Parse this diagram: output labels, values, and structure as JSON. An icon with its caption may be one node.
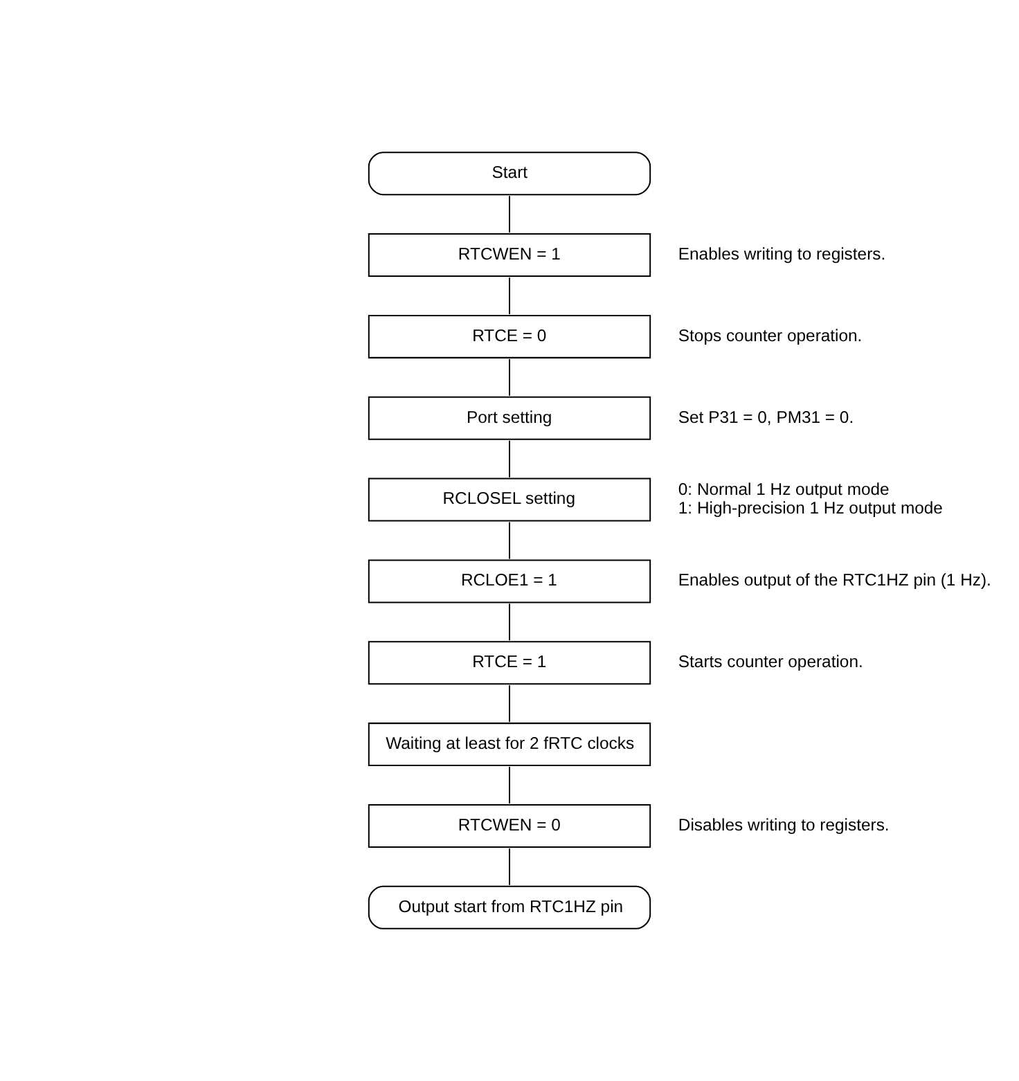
{
  "diagram": {
    "nodes": [
      {
        "text": [
          "Start"
        ]
      },
      {
        "text": [
          "RTCWEN = 1"
        ],
        "beside": [
          "Enables writing to registers."
        ]
      },
      {
        "text": [
          "RTCE = 0"
        ],
        "beside": [
          "Stops counter operation."
        ]
      },
      {
        "text": [
          "Port setting"
        ],
        "beside": [
          "Set P31 = 0, PM31 = 0."
        ]
      },
      {
        "text": [
          "RCLOSEL setting"
        ],
        "beside": [
          "0: Normal 1 Hz output mode",
          "1: High-precision 1 Hz output mode"
        ]
      },
      {
        "text": [
          "RCLOE1 = 1"
        ],
        "beside": [
          "Enables output of the RTC1HZ pin (1 Hz)."
        ]
      },
      {
        "text": [
          "RTCE = 1"
        ],
        "beside": [
          "Starts counter operation."
        ]
      },
      {
        "text": [
          "Waiting at least for 2 fRTC clocks"
        ]
      },
      {
        "text": [
          "RTCWEN = 0"
        ],
        "beside": [
          "Disables writing to registers."
        ]
      },
      {
        "text": [
          "Output start from RTC1HZ pin"
        ]
      }
    ],
    "edges": [
      {
        "from": 0,
        "to": 1,
        "arrow": "none"
      },
      {
        "from": 1,
        "to": 2,
        "arrow": "none"
      },
      {
        "from": 2,
        "to": 3,
        "arrow": "none"
      },
      {
        "from": 3,
        "to": 4,
        "arrow": "none"
      },
      {
        "from": 4,
        "to": 5,
        "arrow": "none"
      },
      {
        "from": 5,
        "to": 6,
        "arrow": "none"
      },
      {
        "from": 6,
        "to": 7,
        "arrow": "none"
      },
      {
        "from": 7,
        "to": 8,
        "arrow": "none"
      },
      {
        "from": 8,
        "to": 9,
        "arrow": "none"
      }
    ]
  }
}
